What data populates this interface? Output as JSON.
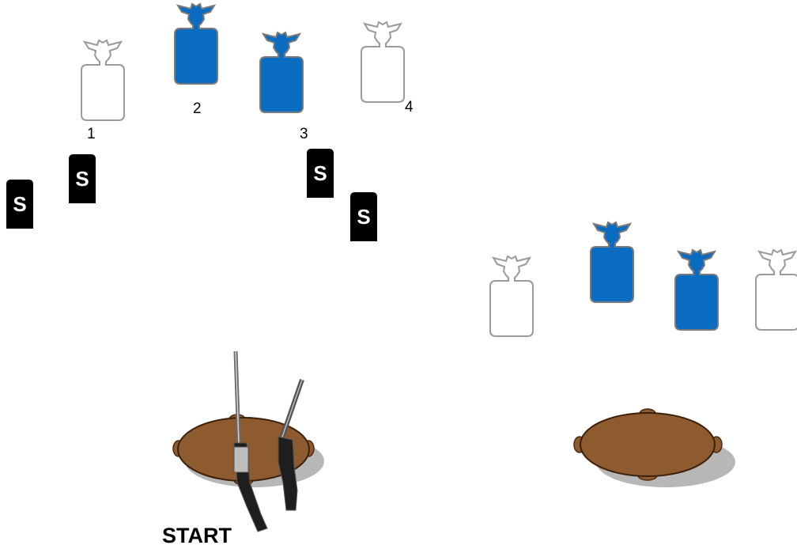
{
  "colors": {
    "knockdown": "#0a6cc0",
    "target_outline": "#9a9a9a",
    "table": "#8e5a2f",
    "plate": "#000000"
  },
  "targets": [
    {
      "number": "1",
      "type": "plain",
      "stage": "left"
    },
    {
      "number": "2",
      "type": "knockdown",
      "stage": "left"
    },
    {
      "number": "3",
      "type": "knockdown",
      "stage": "left"
    },
    {
      "number": "4",
      "type": "plain",
      "stage": "left"
    }
  ],
  "plate_letter": "S",
  "start_label": "START",
  "icons": [
    "cowboy-target-icon",
    "steel-plate-icon",
    "table-icon",
    "rifle-icon",
    "shotgun-icon"
  ]
}
